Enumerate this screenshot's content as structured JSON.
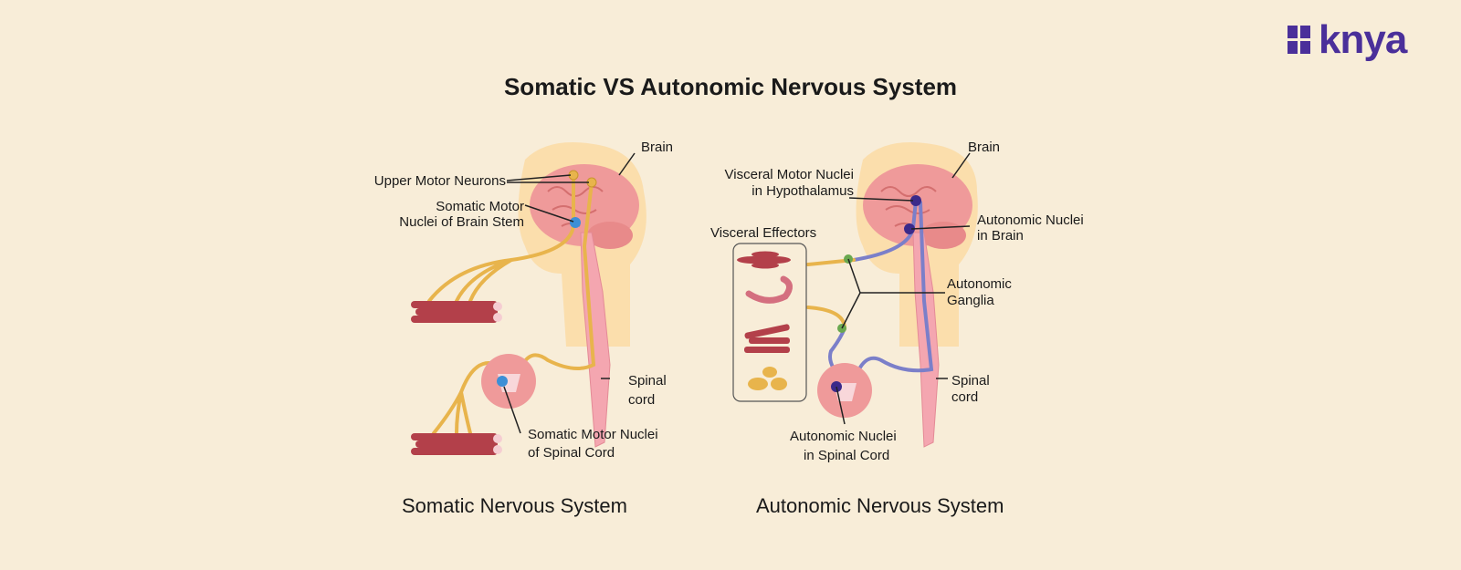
{
  "title": "Somatic VS Autonomic Nervous System",
  "logo": {
    "text": "knya",
    "color": "#4a2f9a"
  },
  "somatic": {
    "caption": "Somatic Nervous System",
    "labels": {
      "brain": "Brain",
      "upper_motor_neurons": "Upper Motor Neurons",
      "somatic_motor_nuclei_brain_stem_1": "Somatic Motor",
      "somatic_motor_nuclei_brain_stem_2": "Nuclei of Brain Stem",
      "spinal_cord_1": "Spinal",
      "spinal_cord_2": "cord",
      "somatic_motor_nuclei_spinal_1": "Somatic Motor Nuclei",
      "somatic_motor_nuclei_spinal_2": "of Spinal Cord"
    }
  },
  "autonomic": {
    "caption": "Autonomic Nervous System",
    "labels": {
      "brain": "Brain",
      "visceral_motor_nuclei_1": "Visceral Motor Nuclei",
      "visceral_motor_nuclei_2": "in Hypothalamus",
      "visceral_effectors": "Visceral Effectors",
      "autonomic_nuclei_brain_1": "Autonomic Nuclei",
      "autonomic_nuclei_brain_2": "in Brain",
      "autonomic_ganglia_1": "Autonomic",
      "autonomic_ganglia_2": "Ganglia",
      "spinal_cord_1": "Spinal",
      "spinal_cord_2": "cord",
      "autonomic_nuclei_spinal_1": "Autonomic Nuclei",
      "autonomic_nuclei_spinal_2": "in Spinal Cord"
    }
  },
  "colors": {
    "background": "#f8edd8",
    "brain": "#ef9a9a",
    "head": "#fcd79a",
    "nerve_somatic": "#e8b44c",
    "nerve_autonomic": "#7b7fc9",
    "nucleus_somatic": "#3d8fd6",
    "nucleus_autonomic": "#3b2a8a",
    "ganglion": "#6aa84f",
    "muscle": "#b3404a"
  }
}
